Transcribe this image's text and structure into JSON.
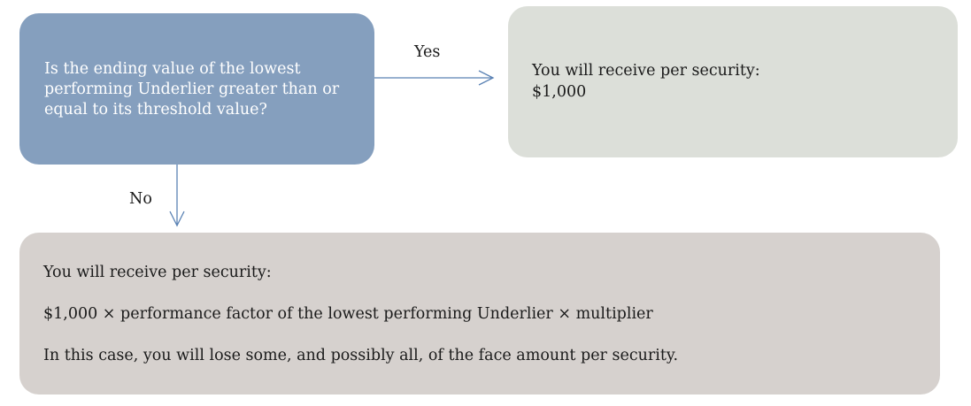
{
  "colors": {
    "question_box": "#859fbe",
    "yes_box": "#dcdfd9",
    "no_box": "#d6d1ce",
    "arrow": "#5a82b4"
  },
  "question": {
    "text": "Is the ending value of the lowest performing Underlier greater than or equal to its threshold value?"
  },
  "yes_branch": {
    "label": "Yes",
    "outcome_line1": "You will receive per security:",
    "outcome_line2": "$1,000"
  },
  "no_branch": {
    "label": "No",
    "outcome_line1": "You will receive per security:",
    "outcome_line2": "$1,000 × performance factor of the lowest performing Underlier × multiplier",
    "outcome_line3": "In this case, you will lose some, and possibly all, of the face amount per security."
  }
}
